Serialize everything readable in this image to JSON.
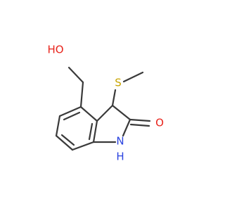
{
  "molecule": {
    "atoms": {
      "oh": {
        "label": "HO",
        "color": "#e8231b"
      },
      "s": {
        "label": "S",
        "color": "#c8a400"
      },
      "o": {
        "label": "O",
        "color": "#e8231b"
      },
      "nh": {
        "label": "N",
        "sub_label": "H",
        "color": "#2b44e0"
      }
    },
    "bond_color": "#3a3a3a"
  }
}
